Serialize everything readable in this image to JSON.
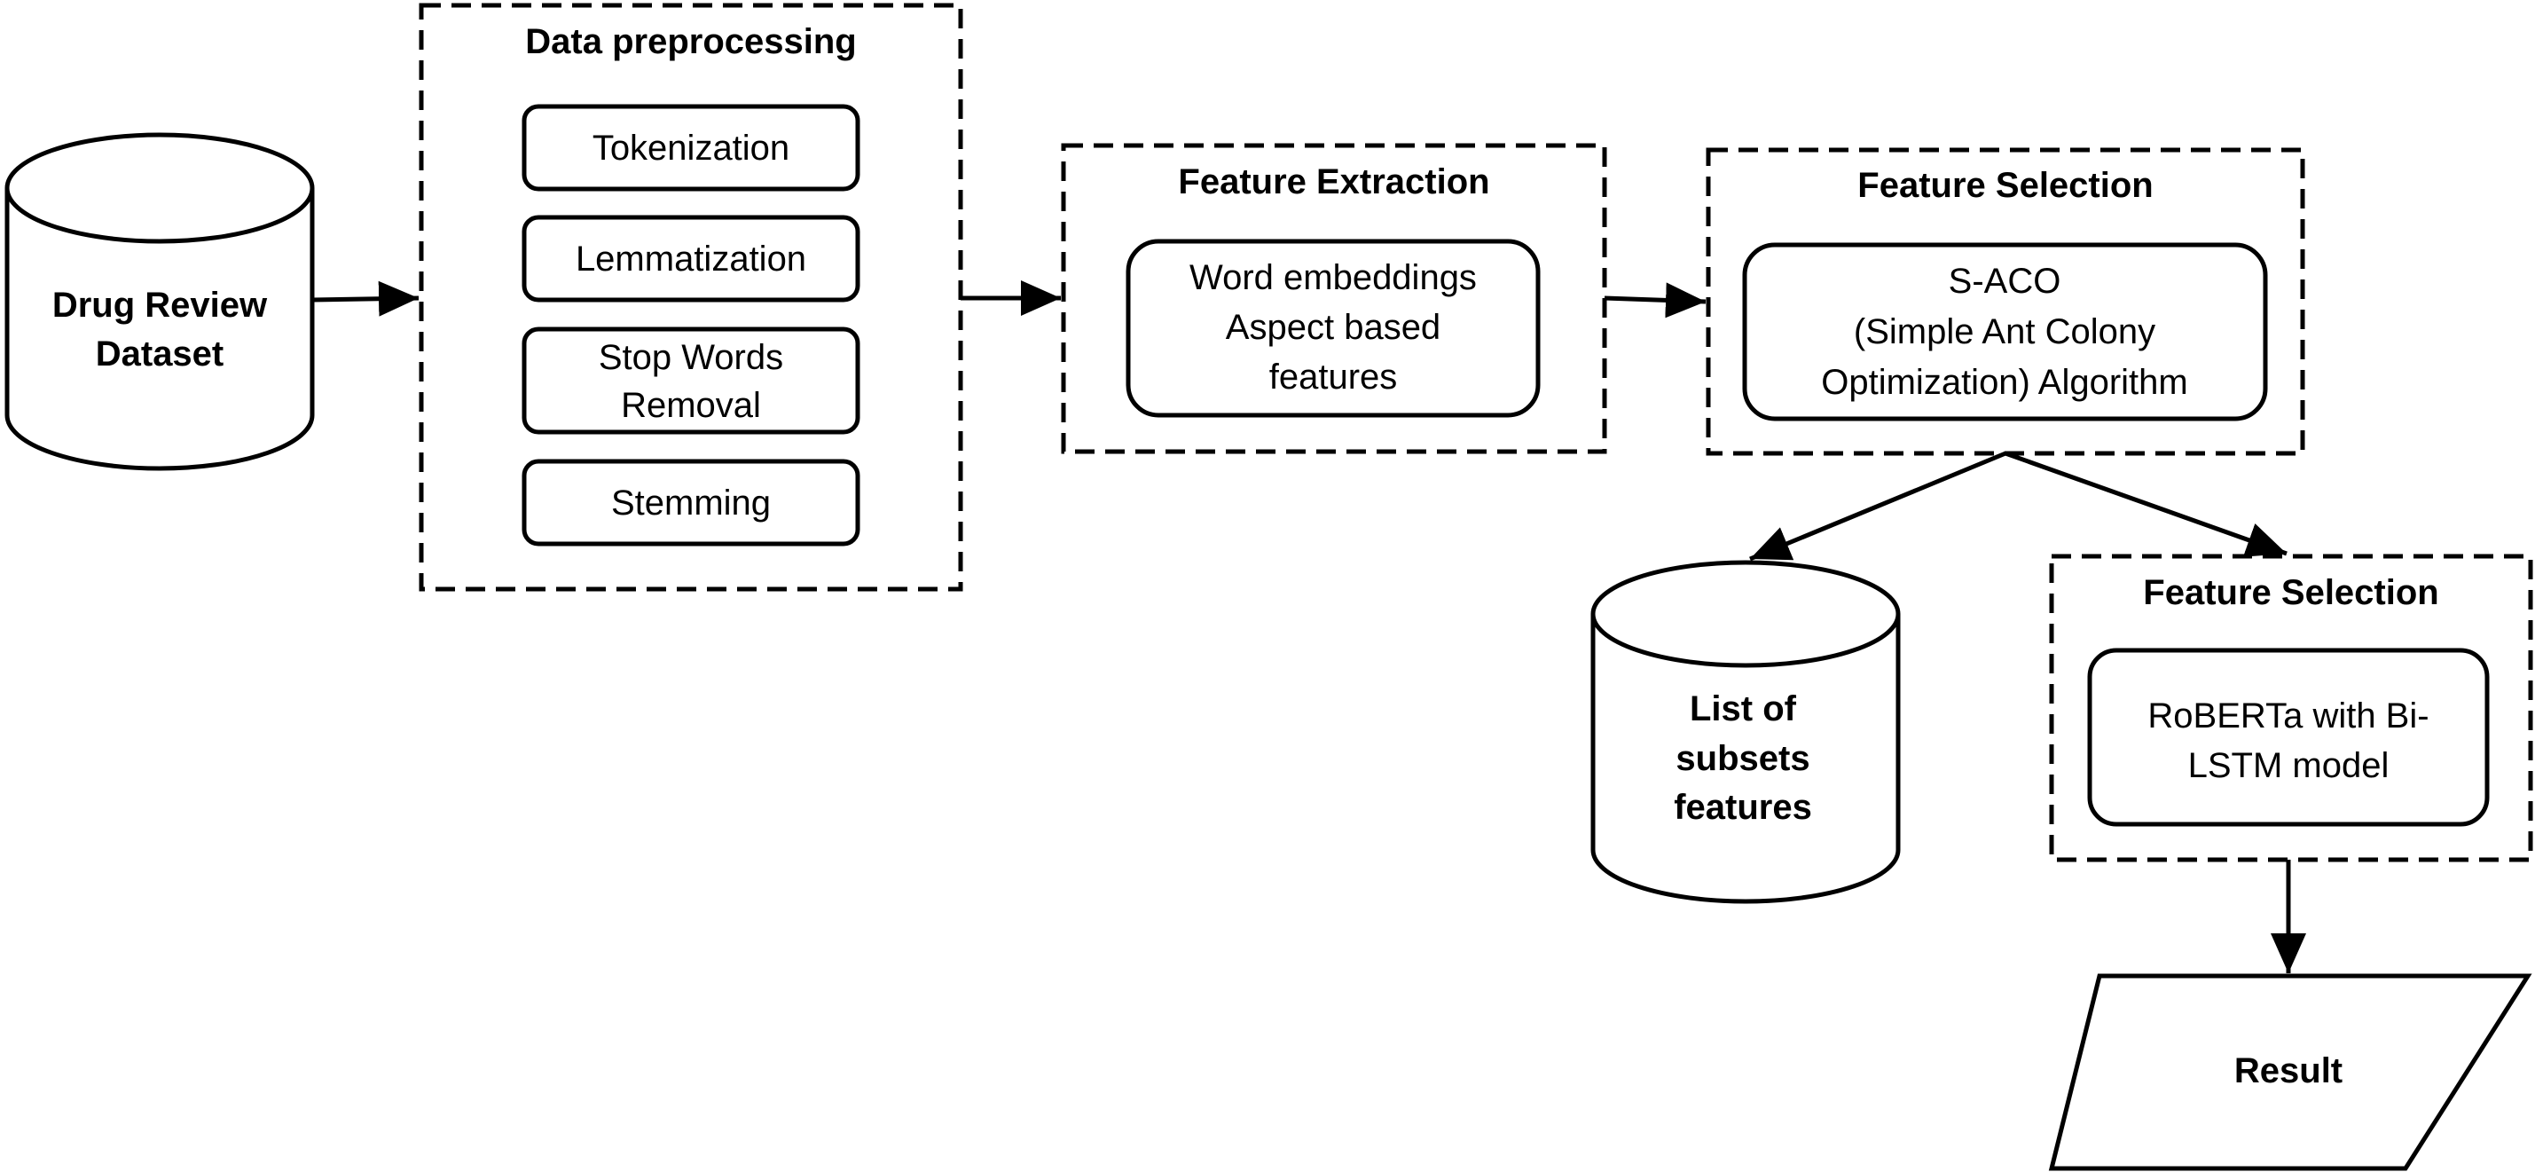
{
  "dataset": {
    "line1": "Drug Review",
    "line2": "Dataset"
  },
  "preprocessing": {
    "title": "Data preprocessing",
    "steps": [
      {
        "line1": "Tokenization"
      },
      {
        "line1": "Lemmatization"
      },
      {
        "line1": "Stop Words",
        "line2": "Removal"
      },
      {
        "line1": "Stemming"
      }
    ]
  },
  "extraction": {
    "title": "Feature Extraction",
    "line1": "Word embeddings",
    "line2": "Aspect based",
    "line3": "features"
  },
  "selection": {
    "title": "Feature Selection",
    "line1": "S-ACO",
    "line2": "(Simple Ant Colony",
    "line3": "Optimization) Algorithm"
  },
  "subsets": {
    "line1": "List of",
    "line2": "subsets",
    "line3": "features"
  },
  "model": {
    "title": "Feature Selection",
    "line1": "RoBERTa with Bi-",
    "line2": "LSTM model"
  },
  "result": {
    "label": "Result"
  }
}
